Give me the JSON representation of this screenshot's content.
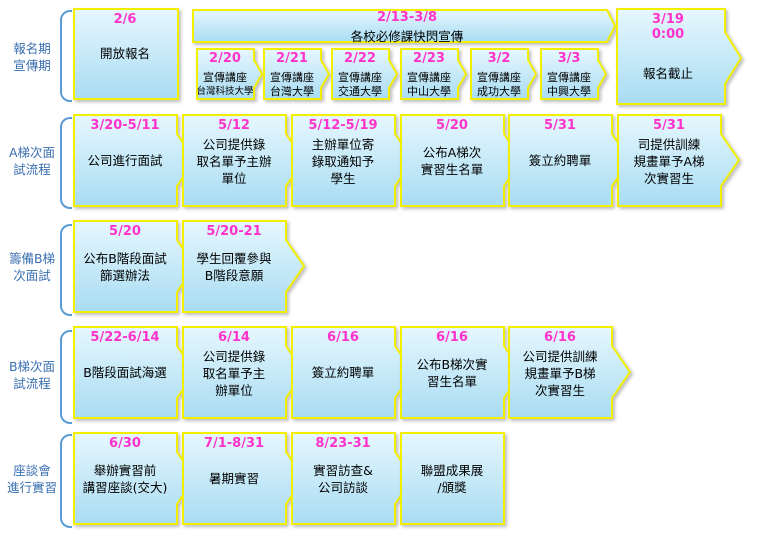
{
  "sections": [
    {
      "label": "報名期\n宣傳期"
    },
    {
      "label": "A梯次面\n試流程"
    },
    {
      "label": "籌備B梯\n次面試"
    },
    {
      "label": "B梯次面\n試流程"
    },
    {
      "label": "座談會\n進行實習"
    }
  ],
  "row1": {
    "open": {
      "date": "2/6",
      "text": "開放報名"
    },
    "banner": {
      "date": "2/13-3/8",
      "text": "各校必修課快閃宣傳"
    },
    "talks": [
      {
        "date": "2/20",
        "title": "宣傳講座",
        "school": "台灣科技大學"
      },
      {
        "date": "2/21",
        "title": "宣傳講座",
        "school": "台灣大學"
      },
      {
        "date": "2/22",
        "title": "宣傳講座",
        "school": "交通大學"
      },
      {
        "date": "2/23",
        "title": "宣傳講座",
        "school": "中山大學"
      },
      {
        "date": "3/2",
        "title": "宣傳講座",
        "school": "成功大學"
      },
      {
        "date": "3/3",
        "title": "宣傳講座",
        "school": "中興大學"
      }
    ],
    "close": {
      "date": "3/19\n0:00",
      "text": "報名截止"
    }
  },
  "row2": [
    {
      "date": "3/20-5/11",
      "text": "公司進行面試"
    },
    {
      "date": "5/12",
      "text": "公司提供錄\n取名單予主辦\n單位"
    },
    {
      "date": "5/12-5/19",
      "text": "主辦單位寄\n錄取通知予\n學生"
    },
    {
      "date": "5/20",
      "text": "公布A梯次\n實習生名單"
    },
    {
      "date": "5/31",
      "text": "簽立約聘單"
    },
    {
      "date": "5/31",
      "text": "司提供訓練\n規畫單予A梯\n次實習生"
    }
  ],
  "row3": [
    {
      "date": "5/20",
      "text": "公布B階段面試\n篩選辦法"
    },
    {
      "date": "5/20-21",
      "text": "學生回覆參與\nB階段意願"
    }
  ],
  "row4": [
    {
      "date": "5/22-6/14",
      "text": "B階段面試海選"
    },
    {
      "date": "6/14",
      "text": "公司提供錄\n取名單予主\n辦單位"
    },
    {
      "date": "6/16",
      "text": "簽立約聘單"
    },
    {
      "date": "6/16",
      "text": "公布B梯次實\n習生名單"
    },
    {
      "date": "6/16",
      "text": "公司提供訓練\n規畫單予B梯\n次實習生"
    }
  ],
  "row5": [
    {
      "date": "6/30",
      "text": "舉辦實習前\n講習座談(交大)"
    },
    {
      "date": "7/1-8/31",
      "text": "暑期實習"
    },
    {
      "date": "8/23-31",
      "text": "實習訪查&\n公司訪談"
    },
    {
      "date": "",
      "text": "聯盟成果展\n/頒獎"
    }
  ],
  "colors": {
    "fill_top": "#e4f6fd",
    "fill_bottom": "#a9ddf3",
    "border": "#f4f000",
    "date": "#ff33cc",
    "label": "#3a6fb0",
    "brace": "#5b9bd5"
  }
}
